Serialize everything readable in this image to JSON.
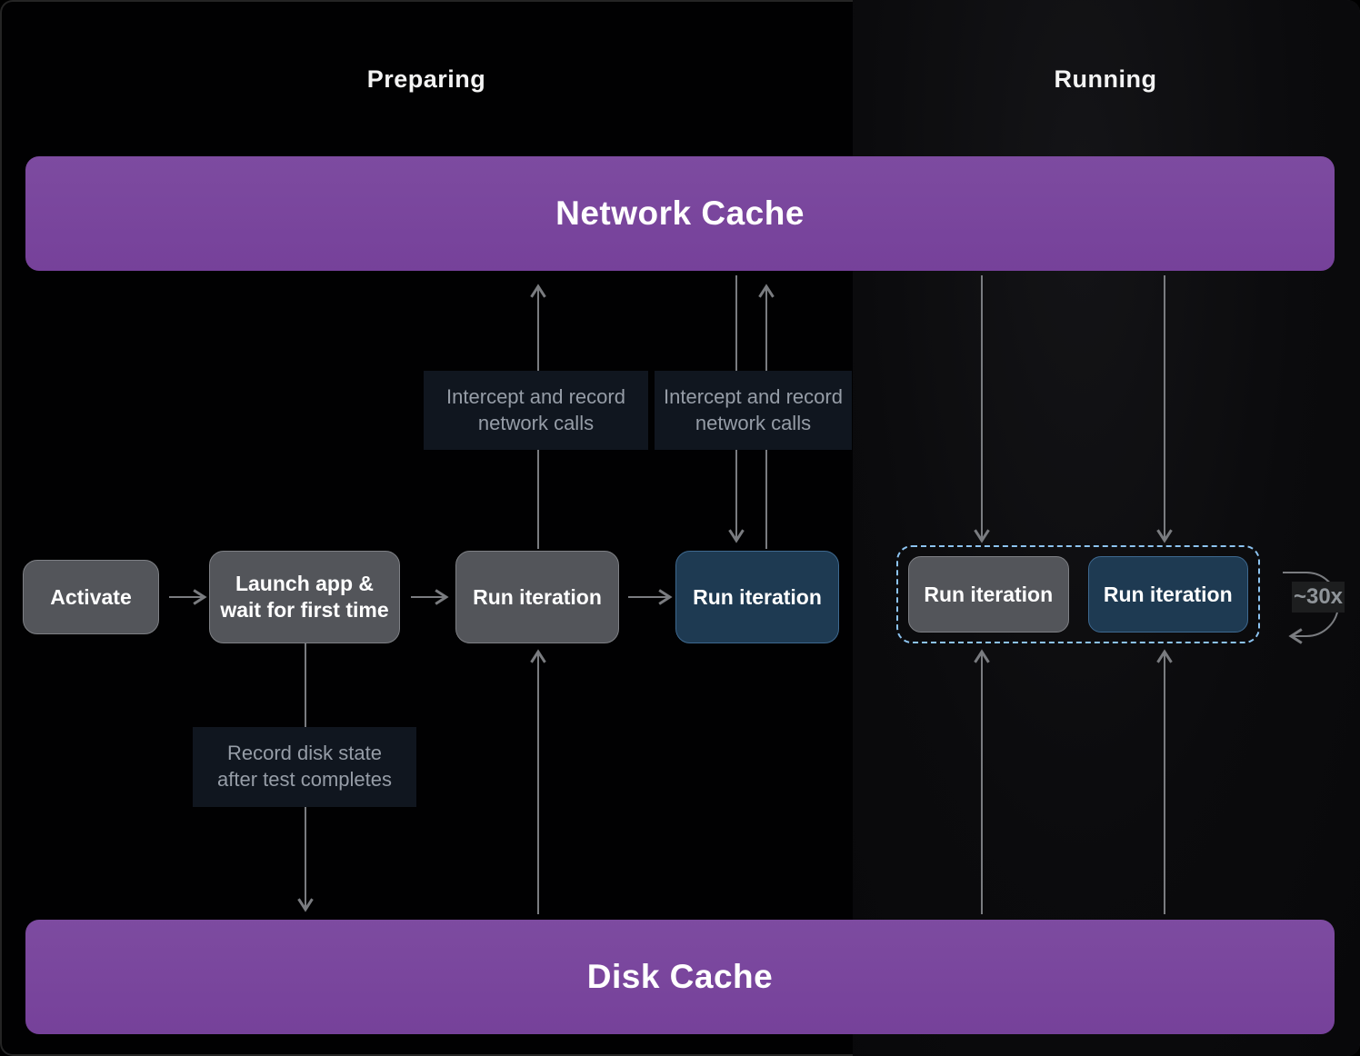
{
  "sections": {
    "preparing": "Preparing",
    "running": "Running"
  },
  "caches": {
    "network": "Network Cache",
    "disk": "Disk Cache"
  },
  "nodes": {
    "activate": "Activate",
    "launch": "Launch app &\nwait for first time",
    "run_iteration_prepare_record": "Run iteration",
    "run_iteration_prepare_replay": "Run iteration",
    "run_iteration_running_record": "Run iteration",
    "run_iteration_running_replay": "Run iteration"
  },
  "notes": {
    "intercept_record": "Intercept and record\nnetwork calls",
    "intercept_replay": "Intercept and record\nnetwork calls",
    "record_disk": "Record disk state\nafter test completes"
  },
  "annotations": {
    "repeat_count": "~30x"
  },
  "colors": {
    "cache_purple": "#7a479c",
    "node_gray": "#53555a",
    "node_blue": "#1e3a52",
    "dashed_border_blue": "#8cc3f0",
    "arrow_gray": "#7a7c80",
    "note_background": "#10161f",
    "running_panel_background": "#0b0b0d"
  }
}
